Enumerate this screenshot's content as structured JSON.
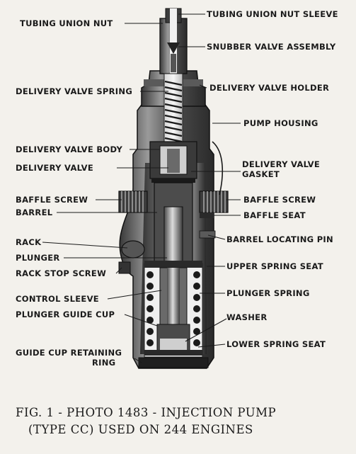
{
  "figure": {
    "caption_line1": "FIG. 1 - PHOTO 1483 - INJECTION PUMP",
    "caption_line2": "(TYPE CC) USED ON 244 ENGINES"
  },
  "labels": {
    "tubing_union_nut_sleeve": "TUBING UNION NUT SLEEVE",
    "tubing_union_nut": "TUBING UNION NUT",
    "snubber_valve_assembly": "SNUBBER VALVE ASSEMBLY",
    "delivery_valve_spring": "DELIVERY VALVE SPRING",
    "delivery_valve_holder": "DELIVERY VALVE HOLDER",
    "pump_housing": "PUMP HOUSING",
    "delivery_valve_body": "DELIVERY VALVE BODY",
    "delivery_valve_gasket_1": "DELIVERY VALVE",
    "delivery_valve_gasket_2": "GASKET",
    "delivery_valve": "DELIVERY VALVE",
    "baffle_screw_left": "BAFFLE SCREW",
    "baffle_screw_right": "BAFFLE SCREW",
    "barrel": "BARREL",
    "baffle_seat": "BAFFLE SEAT",
    "rack": "RACK",
    "barrel_locating_pin": "BARREL LOCATING PIN",
    "plunger": "PLUNGER",
    "rack_stop_screw": "RACK STOP SCREW",
    "upper_spring_seat": "UPPER SPRING SEAT",
    "control_sleeve": "CONTROL SLEEVE",
    "plunger_spring": "PLUNGER SPRING",
    "plunger_guide_cup": "PLUNGER GUIDE CUP",
    "washer": "WASHER",
    "lower_spring_seat": "LOWER SPRING SEAT",
    "guide_cup_retaining_ring_1": "GUIDE CUP RETAINING",
    "guide_cup_retaining_ring_2": "RING"
  },
  "colors": {
    "paper": "#f3f1ec",
    "ink": "#1a1a1a",
    "metal_dark": "#2b2b2b",
    "metal_mid": "#6e6e6e",
    "metal_light": "#b9b9b9"
  }
}
